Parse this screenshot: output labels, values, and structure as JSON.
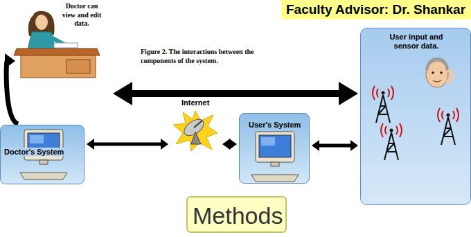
{
  "diagram": {
    "caption": "Figure 2. The interactions between the components of the system.",
    "nodes": [
      {
        "text": [
          "Faculty Advisor: Dr. Shankar"
        ]
      },
      {
        "text": [
          "Doctor can view and edit data."
        ]
      },
      {
        "text": [
          "Doctor's System"
        ]
      },
      {
        "text": [
          "Internet"
        ]
      },
      {
        "text": [
          "User's System"
        ]
      },
      {
        "text": [
          "User input and sensor data."
        ]
      },
      {
        "text": [
          "Methods"
        ]
      }
    ],
    "edges": [
      {
        "from": 2,
        "to": 1,
        "arrow": "to"
      },
      {
        "from": 1,
        "to": 5,
        "arrow": "both"
      },
      {
        "from": 2,
        "to": 3,
        "arrow": "both"
      },
      {
        "from": 3,
        "to": 4,
        "arrow": "both"
      },
      {
        "from": 4,
        "to": 5,
        "arrow": "both"
      }
    ]
  }
}
